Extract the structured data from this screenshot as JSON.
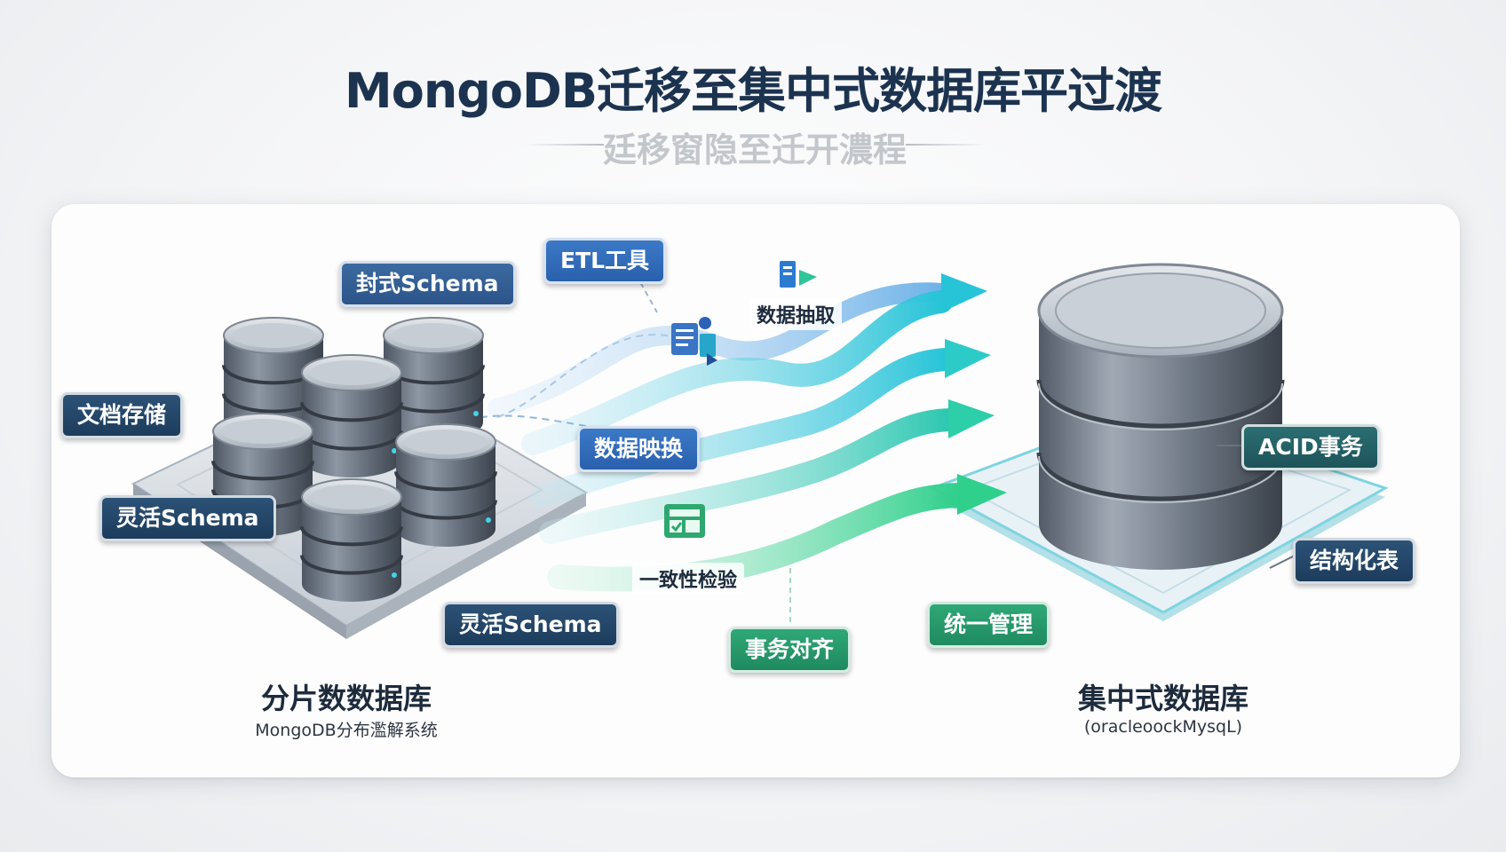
{
  "title": "MongoDB迁移至集中式数据库平过渡",
  "subtitle": "廷移窗隐至迁开濃程",
  "left_db": {
    "label": "分片数数据库",
    "sublabel": "MongoDB分布濫解系统",
    "tags": {
      "schema_top": "封式Schema",
      "doc_store": "文档存储",
      "flex_schema_left": "灵活Schema",
      "flex_schema_bottom": "灵活Schema"
    }
  },
  "right_db": {
    "label": "集中式数据库",
    "sublabel": "(oracleoockMysqL)",
    "tags": {
      "acid": "ACID事务",
      "structured": "结构化表",
      "unified": "统一管理"
    }
  },
  "flow": {
    "etl_tool": "ETL工具",
    "extract": "数据抽取",
    "mapping": "数据映换",
    "consistency": "一致性检验",
    "tx_align": "事务对齐"
  },
  "colors": {
    "navy": "#1d3c5c",
    "blue": "#2a60ad",
    "green": "#1f8a60",
    "teal": "#1d5359",
    "arrow_cyan": "#27c4d8",
    "arrow_green": "#2fcf8c"
  },
  "icons": [
    "database-server-icon",
    "document-transfer-icon",
    "checklist-icon",
    "data-extract-icon"
  ]
}
